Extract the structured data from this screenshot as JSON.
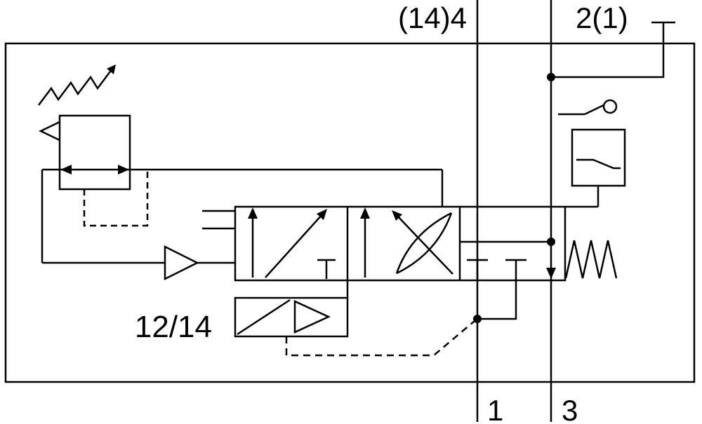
{
  "labels": {
    "port_top_pilot": "(14)4",
    "port_top_output": "2(1)",
    "port_bottom_supply": "1",
    "port_bottom_exhaust": "3",
    "pilot_ports": "12/14"
  },
  "colors": {
    "line": "#000000",
    "background": "#ffffff"
  }
}
